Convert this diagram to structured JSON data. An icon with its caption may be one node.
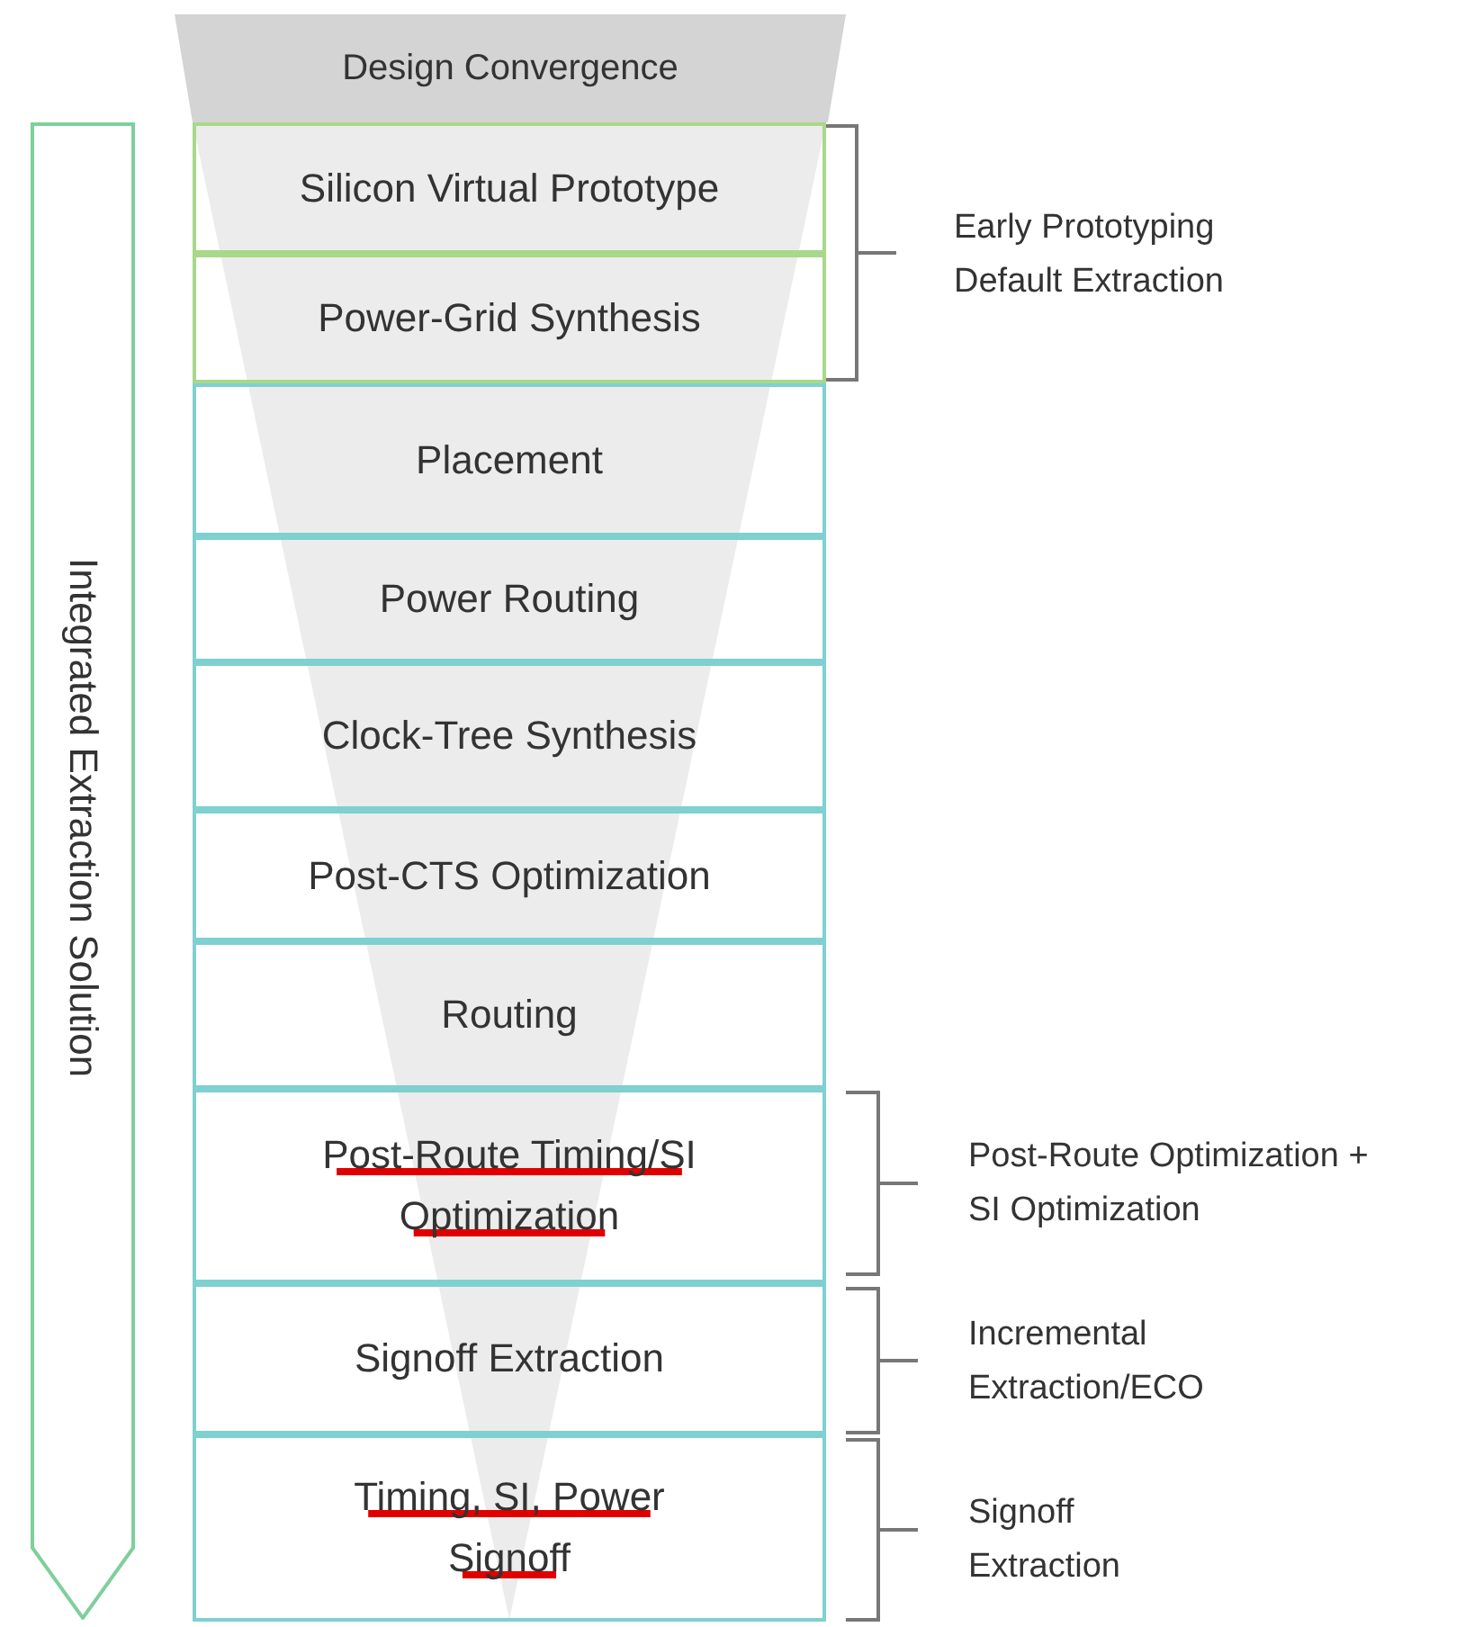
{
  "diagram": {
    "nodes": [
      {
        "text": [
          "Design Convergence"
        ]
      },
      {
        "text": [
          "Silicon Virtual Prototype"
        ]
      },
      {
        "text": [
          "Power-Grid Synthesis"
        ]
      },
      {
        "text": [
          "Placement"
        ]
      },
      {
        "text": [
          "Power Routing"
        ]
      },
      {
        "text": [
          "Clock-Tree Synthesis"
        ]
      },
      {
        "text": [
          "Post-CTS Optimization"
        ]
      },
      {
        "text": [
          "Routing"
        ]
      },
      {
        "text": [
          "Post-Route Timing/SI Optimization"
        ]
      },
      {
        "text": [
          "Signoff Extraction"
        ]
      },
      {
        "text": [
          "Timing, SI, Power Signoff"
        ]
      },
      {
        "text": [
          "Integrated Extraction Solution"
        ]
      }
    ],
    "edges": [],
    "labels": [
      "Early Prototyping Default Extraction",
      "Post-Route Optimization + SI Optimization",
      "Incremental Extraction/ECO",
      "Signoff Extraction"
    ]
  }
}
